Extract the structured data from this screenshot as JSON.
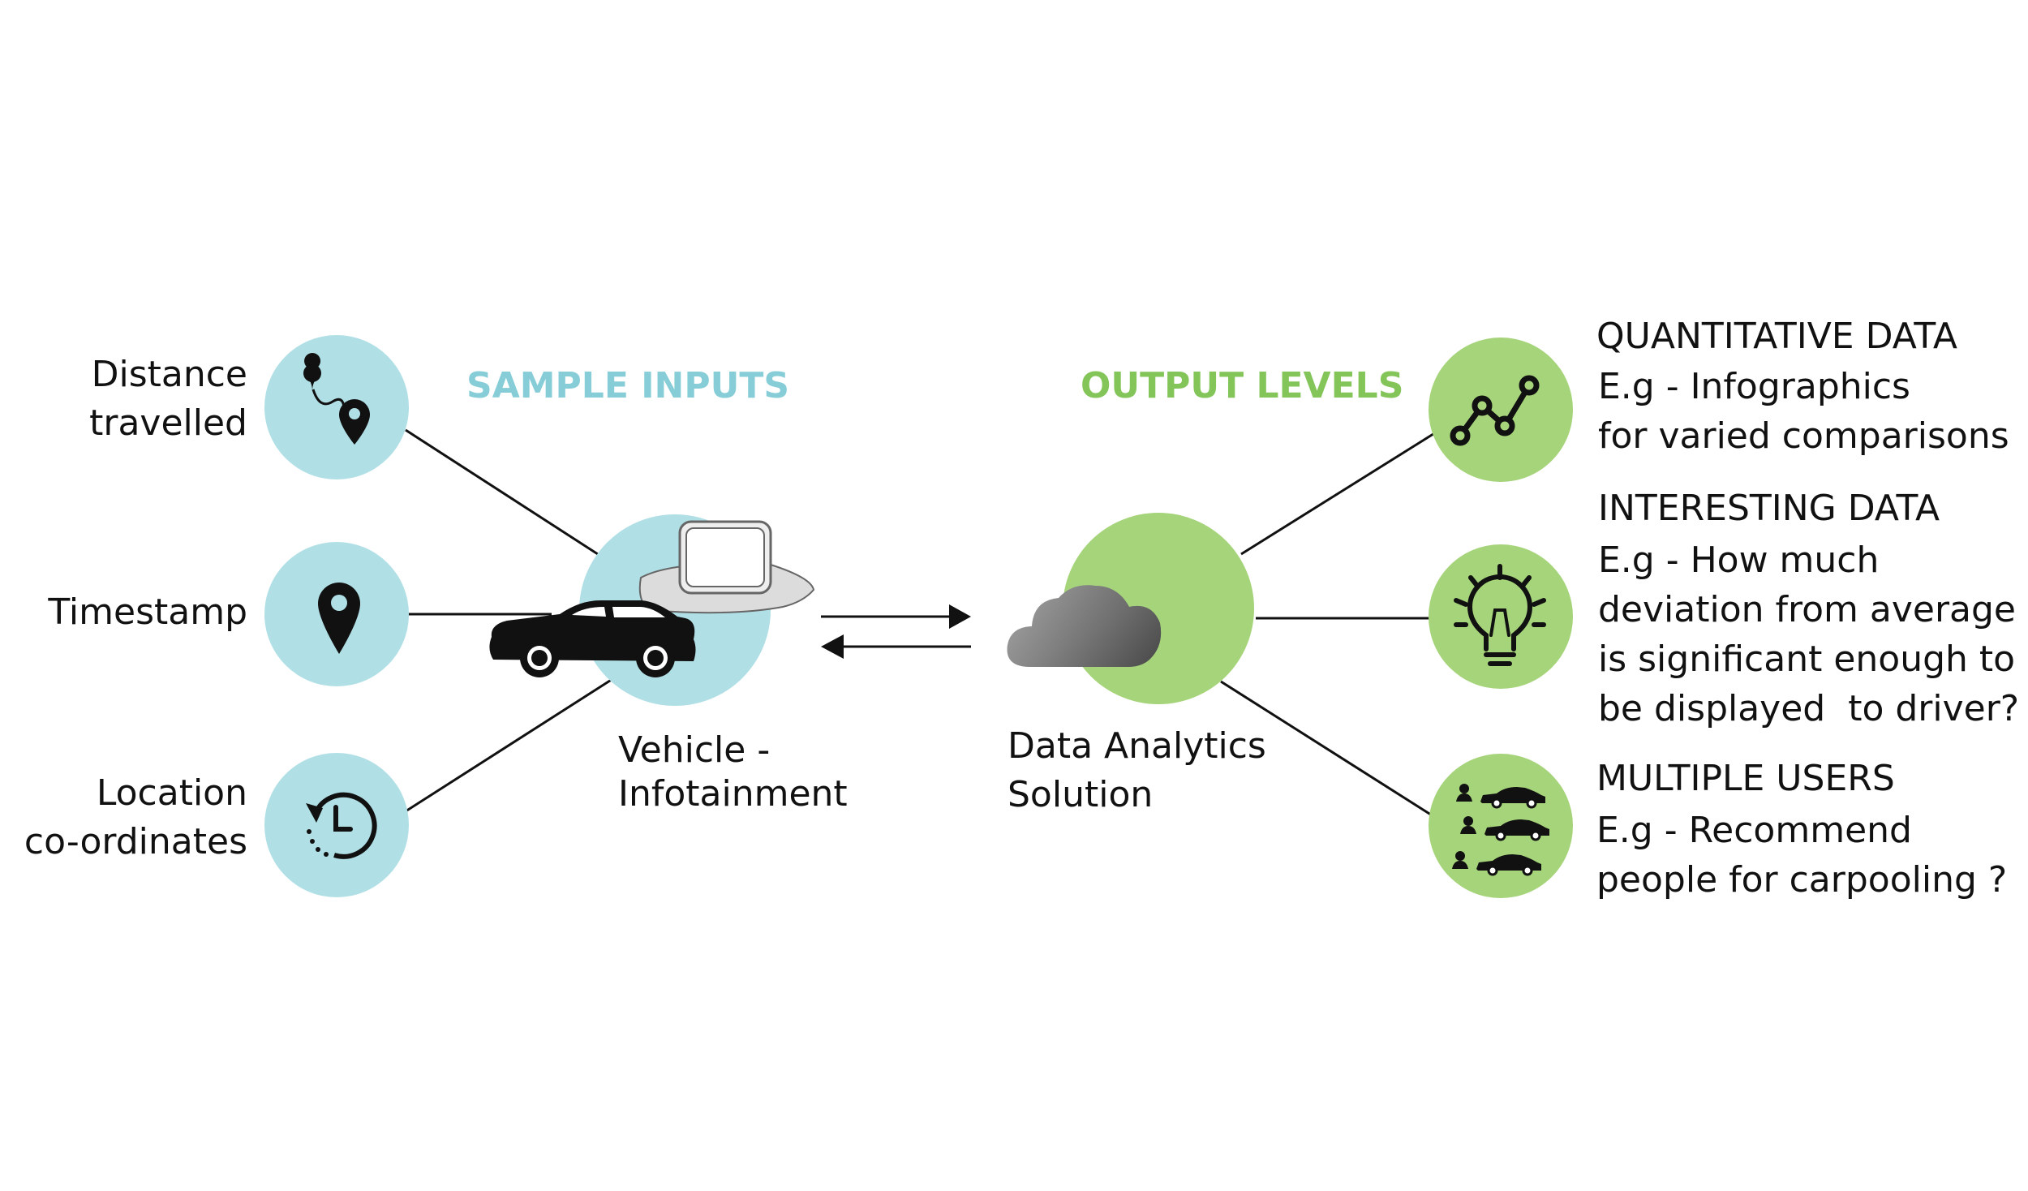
{
  "colors": {
    "input_circle": "#b0e0e6",
    "output_circle": "#a6d47a",
    "input_heading": "#86cdd7",
    "output_heading": "#84c55a",
    "line": "#111111"
  },
  "headings": {
    "inputs": "SAMPLE INPUTS",
    "outputs": "OUTPUT LEVELS"
  },
  "inputs": [
    {
      "label_line1": "Distance",
      "label_line2": "travelled",
      "icon": "route-pins-icon"
    },
    {
      "label_line1": "Timestamp",
      "label_line2": "",
      "icon": "location-pin-icon"
    },
    {
      "label_line1": "Location",
      "label_line2": "co-ordinates",
      "icon": "clock-history-icon"
    }
  ],
  "vehicle": {
    "label_line1": "Vehicle -",
    "label_line2": "Infotainment",
    "icons": [
      "car-icon",
      "infotainment-screen-icon"
    ]
  },
  "analytics": {
    "label_line1": "Data Analytics",
    "label_line2": "Solution",
    "icon": "cloud-icon"
  },
  "outputs": [
    {
      "title": "QUANTITATIVE DATA",
      "desc": "E.g - Infographics\nfor varied comparisons",
      "icon": "line-graph-icon"
    },
    {
      "title": "INTERESTING DATA",
      "desc": "E.g - How much\ndeviation from average\nis significant enough to\nbe displayed  to driver?",
      "icon": "lightbulb-icon"
    },
    {
      "title": "MULTIPLE USERS",
      "desc": "E.g - Recommend\npeople for carpooling ?",
      "icon": "users-cars-icon"
    }
  ]
}
